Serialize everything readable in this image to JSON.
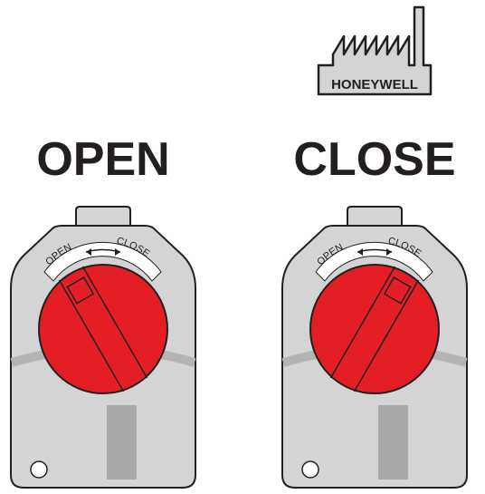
{
  "logo": {
    "text": "HONEYWELL",
    "icon": "factory-icon"
  },
  "actuators": [
    {
      "label": "OPEN",
      "dial_open_label": "OPEN",
      "dial_close_label": "CLOSE",
      "handle_position": "open"
    },
    {
      "label": "CLOSE",
      "dial_open_label": "OPEN",
      "dial_close_label": "CLOSE",
      "handle_position": "closed"
    }
  ],
  "colors": {
    "body": "#d4d4d4",
    "outline": "#231f20",
    "dial": "#e31e24",
    "shadow": "#b4b4b4",
    "window": "#a8a8a8",
    "background": "#ffffff"
  }
}
